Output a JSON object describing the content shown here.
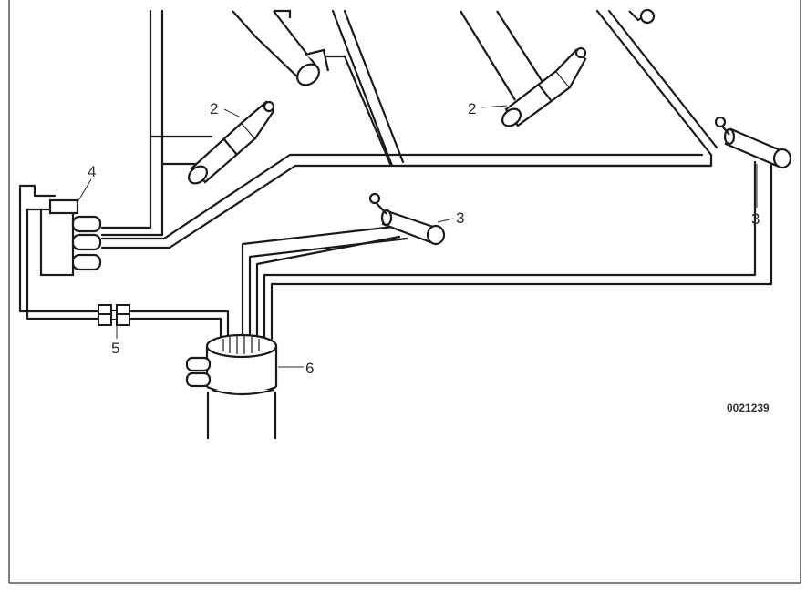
{
  "callouts": {
    "c2a": "2",
    "c2b": "2",
    "c3a": "3",
    "c3b": "3",
    "c4": "4",
    "c5": "5",
    "c6": "6"
  },
  "figure_id": "0021239",
  "colors": {
    "line": "#1a1a1a",
    "frame": "#555555",
    "background": "#ffffff"
  }
}
